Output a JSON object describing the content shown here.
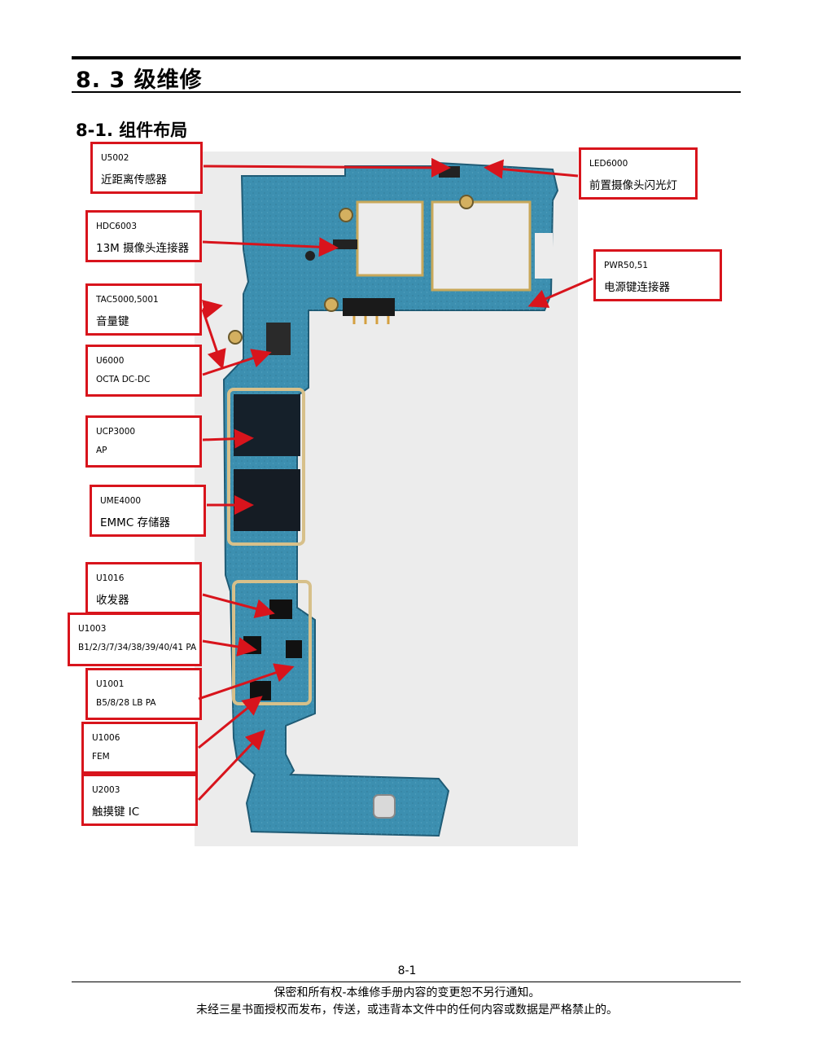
{
  "header": {
    "section_title": "8. 3 级维修",
    "subsection_title": "8-1.  组件布局"
  },
  "labels": [
    {
      "code": "U5002",
      "desc": "近距离传感器"
    },
    {
      "code": "HDC6003",
      "desc": "13M 摄像头连接器"
    },
    {
      "code": "TAC5000,5001",
      "desc": "音量键"
    },
    {
      "code": "U6000",
      "desc": "OCTA DC-DC"
    },
    {
      "code": "UCP3000",
      "desc": "AP"
    },
    {
      "code": "UME4000",
      "desc": "EMMC 存储器"
    },
    {
      "code": "U1016",
      "desc": "收发器"
    },
    {
      "code": "U1003",
      "desc": "B1/2/3/7/34/38/39/40/41 PA"
    },
    {
      "code": "U1001",
      "desc": "B5/8/28 LB PA"
    },
    {
      "code": "U1006",
      "desc": "FEM"
    },
    {
      "code": "U2003",
      "desc": "触摸键 IC"
    },
    {
      "code": "LED6000",
      "desc": "前置摄像头闪光灯"
    },
    {
      "code": "PWR50,51",
      "desc": "电源键连接器"
    }
  ],
  "colors": {
    "label_border": "#d8141c",
    "board": "#3c8fb0"
  },
  "footer": {
    "page_number": "8-1",
    "line1": "保密和所有权-本维修手册内容的变更恕不另行通知。",
    "line2": "未经三星书面授权而发布，传送，或违背本文件中的任何内容或数据是严格禁止的。"
  }
}
